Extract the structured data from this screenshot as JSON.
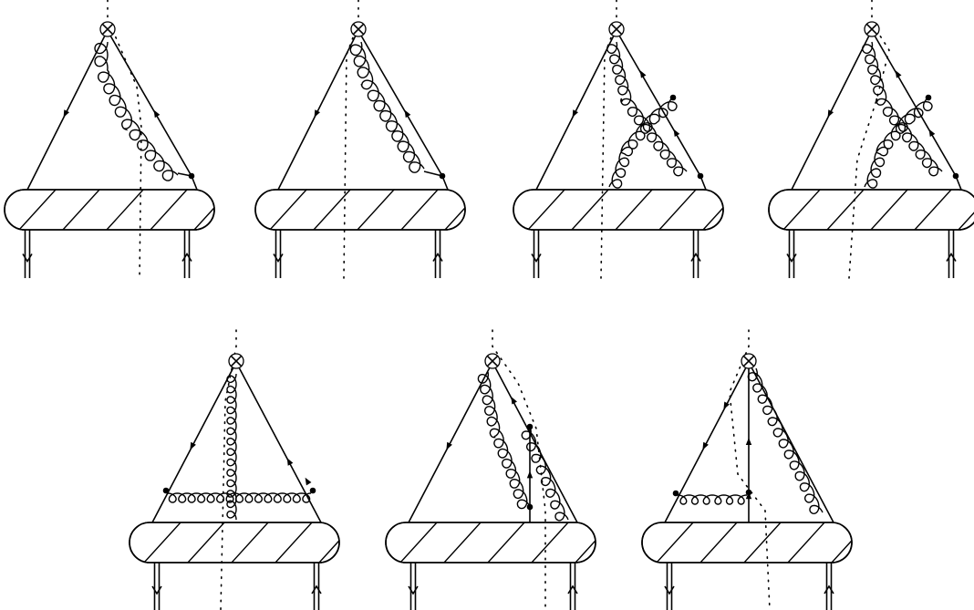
{
  "figure": {
    "diagram_count": 7,
    "rows": [
      [
        "diagram-1",
        "diagram-2",
        "diagram-3",
        "diagram-4"
      ],
      [
        "diagram-5",
        "diagram-6",
        "diagram-7"
      ]
    ],
    "element_types": [
      "operator-vertex-otimes",
      "quark-line",
      "gluon-line",
      "cut-line",
      "hadron-blob",
      "external-double-lines"
    ]
  }
}
